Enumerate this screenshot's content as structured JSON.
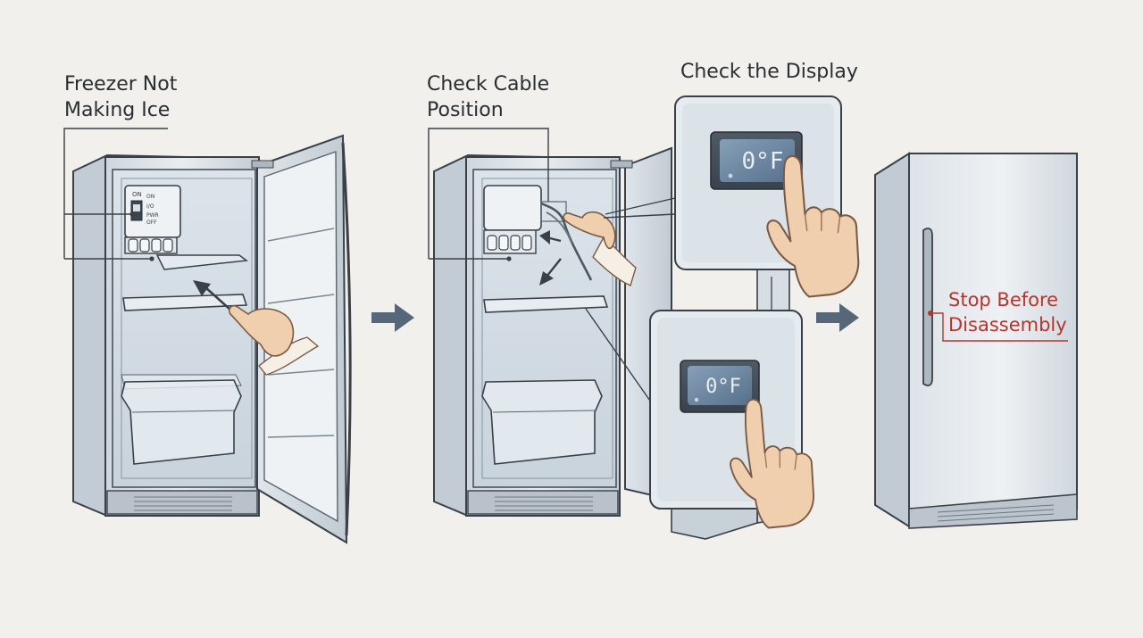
{
  "labels": {
    "step1": [
      "Freezer Not",
      "Making Ice"
    ],
    "step2": [
      "Check Cable",
      "Position"
    ],
    "step3": "Check the Display",
    "step4": [
      "Stop Before",
      "Disassembly"
    ]
  },
  "displays": {
    "top": "0°F",
    "bottom": "0°F"
  },
  "ice_maker_switch": [
    "ON",
    "OFF"
  ],
  "colors": {
    "accent_red": "#b5352d",
    "arrow": "#56677a",
    "outline": "#3a4048",
    "background": "#f1f0ec"
  },
  "icons": [
    "right-arrow-icon",
    "pointing-hand-icon"
  ]
}
